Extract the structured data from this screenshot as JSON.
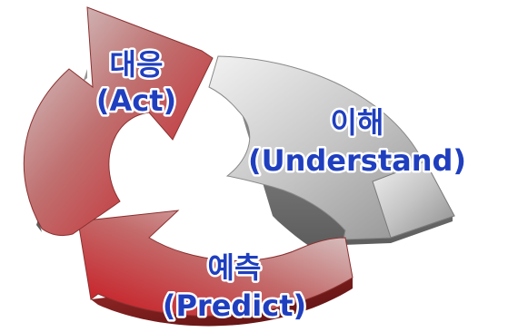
{
  "diagram": {
    "act": {
      "title": "대응",
      "subtitle": "(Act)"
    },
    "understand": {
      "title": "이해",
      "subtitle": "(Understand)"
    },
    "predict": {
      "title": "예측",
      "subtitle": "(Predict)"
    },
    "colors": {
      "red_arrow": "#c8141c",
      "grey_arrow": "#b8b8b8",
      "label_text": "#1f3fbf",
      "label_outline": "#ffffff"
    }
  }
}
